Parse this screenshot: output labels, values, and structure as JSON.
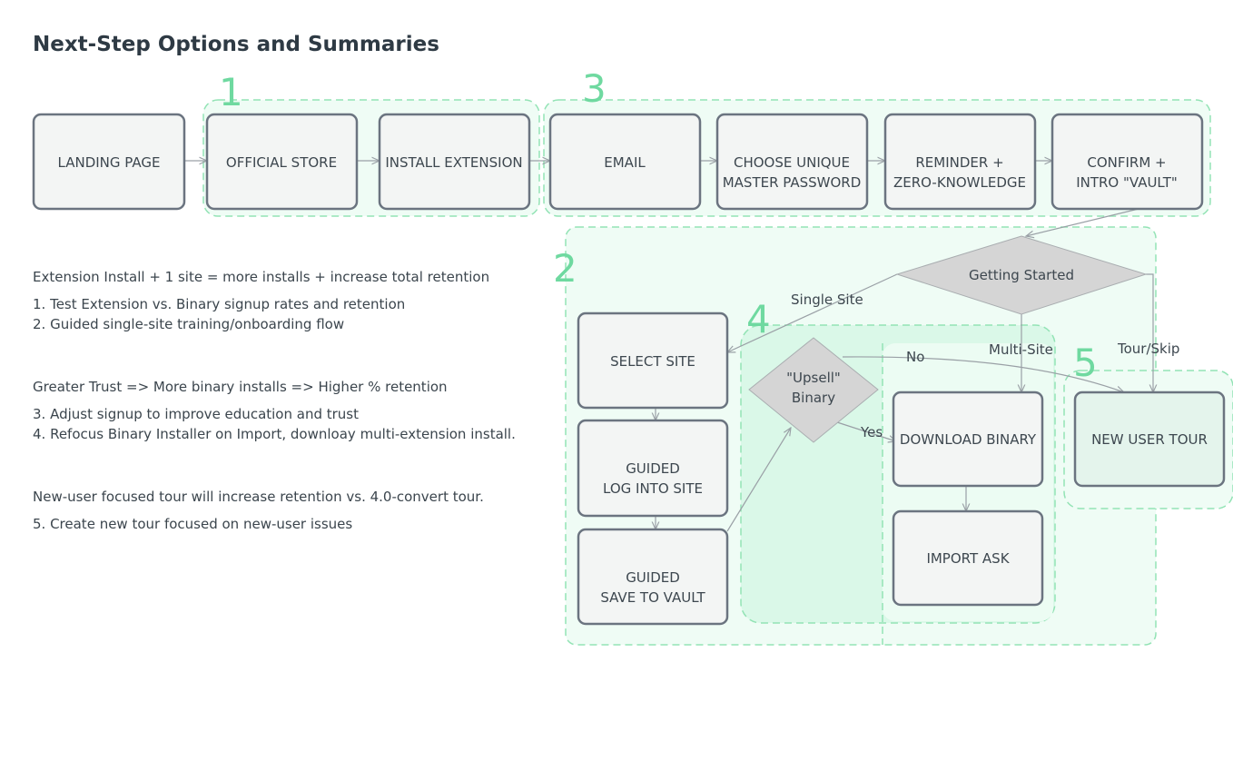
{
  "title": "Next-Step Options and Summaries",
  "steps": {
    "landing_page": "LANDING PAGE",
    "official_store": "OFFICIAL STORE",
    "install_extension": "INSTALL EXTENSION",
    "email": "EMAIL",
    "choose_password": [
      "CHOOSE UNIQUE",
      "MASTER PASSWORD"
    ],
    "reminder": [
      "REMINDER +",
      "ZERO-KNOWLEDGE"
    ],
    "confirm": [
      "CONFIRM +",
      "INTRO \"VAULT\""
    ],
    "select_site": "SELECT SITE",
    "guided_login": [
      "GUIDED",
      "LOG INTO SITE"
    ],
    "guided_save": [
      "GUIDED",
      "SAVE TO VAULT"
    ],
    "download_binary": "DOWNLOAD BINARY",
    "import_ask": "IMPORT ASK",
    "new_user_tour": "NEW USER TOUR"
  },
  "decisions": {
    "getting_started": "Getting Started",
    "upsell": [
      "\"Upsell\"",
      "Binary"
    ]
  },
  "edge_labels": {
    "single_site": "Single Site",
    "multi_site": "Multi-Site",
    "tour_skip": "Tour/Skip",
    "no": "No",
    "yes": "Yes"
  },
  "group_numbers": {
    "g1": "1",
    "g2": "2",
    "g3": "3",
    "g4": "4",
    "g5": "5"
  },
  "notes": [
    {
      "heading": "Extension Install + 1 site = more installs + increase total retention",
      "items": [
        "1. Test Extension vs. Binary signup rates and retention",
        "2. Guided single-site training/onboarding flow"
      ]
    },
    {
      "heading": "Greater Trust => More binary installs => Higher % retention",
      "items": [
        "3. Adjust signup to improve education and trust",
        "4. Refocus Binary Installer on Import, downloay multi-extension install."
      ]
    },
    {
      "heading": "New-user focused tour will increase retention vs. 4.0-convert tour.",
      "items": [
        "5. Create new tour focused on new-user issues"
      ]
    }
  ],
  "colors": {
    "box_fill": "#f3f5f4",
    "box_stroke": "#6b7480",
    "group_stroke": "#93e3b5",
    "group_fill": "#effcf5",
    "decision_fill": "#d5d5d5",
    "number": "#6fd9a0",
    "edge": "#9aa0a6"
  }
}
